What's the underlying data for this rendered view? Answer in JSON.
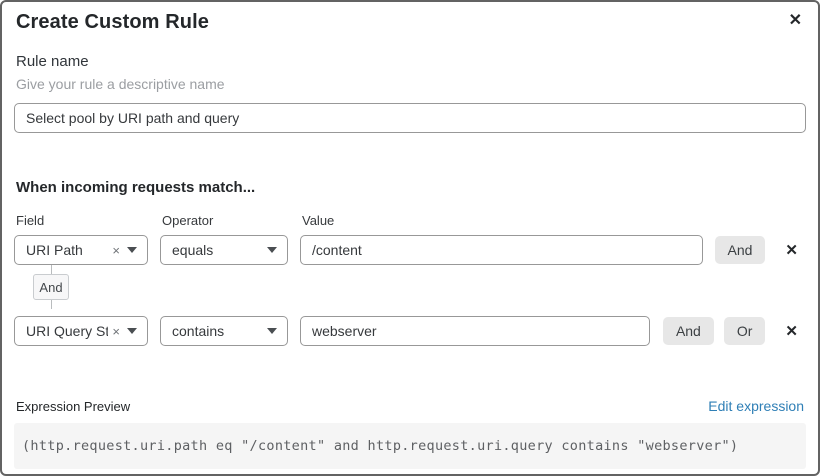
{
  "dialog": {
    "title": "Create Custom Rule"
  },
  "icons": {
    "close": "✕",
    "remove": "✕",
    "clear": "×"
  },
  "rule_name": {
    "label": "Rule name",
    "helper": "Give your rule a descriptive name",
    "value": "Select pool by URI path and query"
  },
  "match": {
    "heading": "When incoming requests match...",
    "columns": {
      "field": "Field",
      "operator": "Operator",
      "value": "Value"
    },
    "logic_buttons": {
      "and": "And",
      "or": "Or"
    },
    "connector_label": "And",
    "rows": [
      {
        "field": "URI Path",
        "operator": "equals",
        "value": "/content"
      },
      {
        "field": "URI Query St...",
        "operator": "contains",
        "value": "webserver"
      }
    ]
  },
  "expression": {
    "label": "Expression Preview",
    "edit_link": "Edit expression",
    "code": "(http.request.uri.path eq \"/content\" and http.request.uri.query contains \"webserver\")"
  }
}
